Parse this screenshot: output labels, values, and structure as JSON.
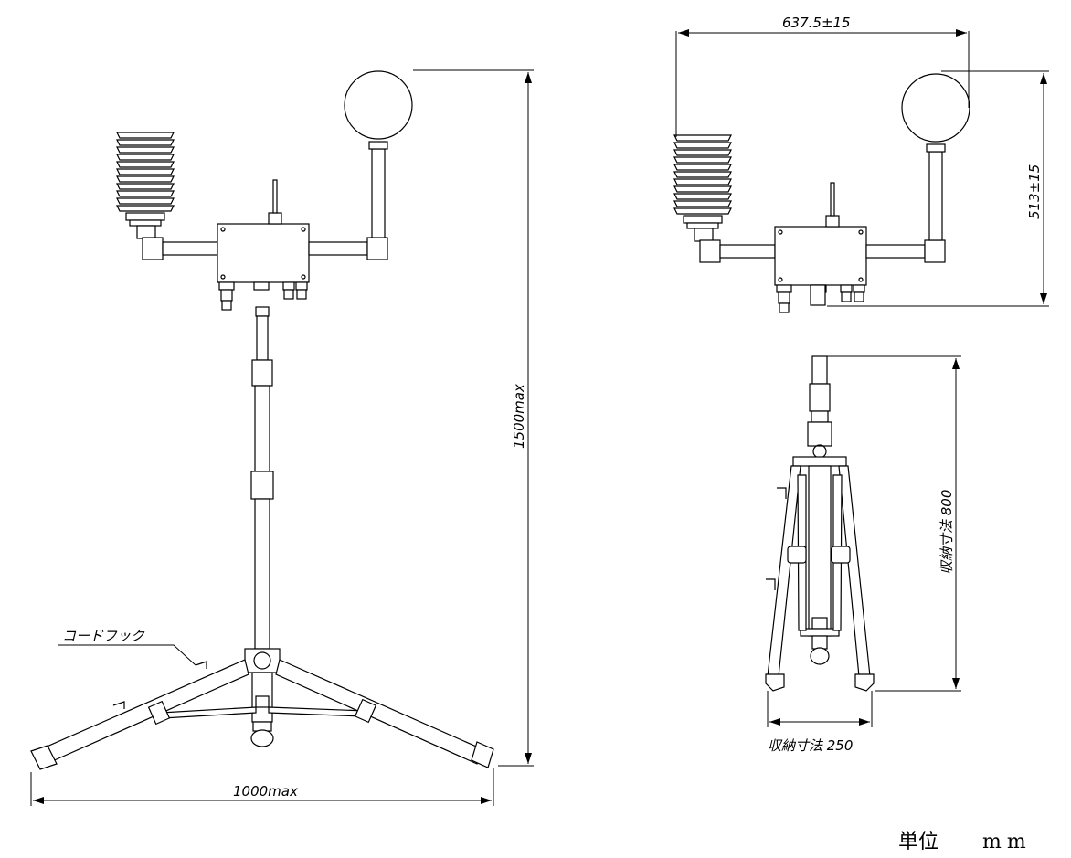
{
  "labels": {
    "cord_hook": "コードフック",
    "dim_total_width": "1000max",
    "dim_total_height": "1500max",
    "dim_head_width": "637.5±15",
    "dim_head_height": "513±15",
    "dim_stowed_height": "収納寸法 800",
    "dim_stowed_width": "収納寸法 250",
    "unit_label": "単位",
    "unit_value": "mm"
  }
}
